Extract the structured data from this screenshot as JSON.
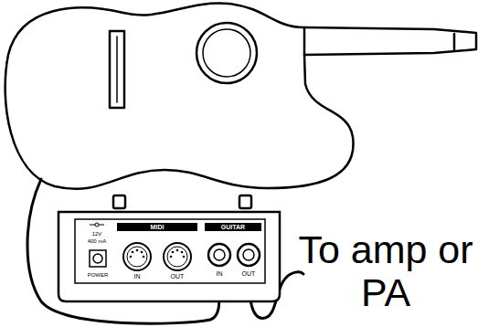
{
  "diagram": {
    "labels": [
      "MIDI",
      "GUITAR",
      "12V",
      "400 mA",
      "POWER",
      "IN",
      "OUT",
      "IN",
      "OUT",
      "To amp or PA"
    ]
  }
}
